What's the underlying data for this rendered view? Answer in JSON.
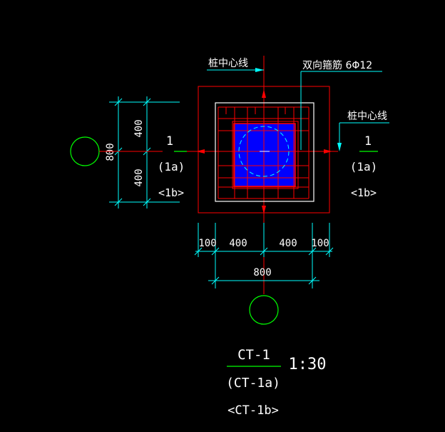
{
  "colors": {
    "background": "#000000",
    "dimension": "#00ffff",
    "outline": "#ffffff",
    "rebar": "#ff0000",
    "pile_fill": "#0000ff",
    "pile_circle": "#00ffff",
    "axis_bubble": "#00ff00",
    "leader": "#00ffff",
    "center_line": "#ff0000",
    "underline": "#00ff00"
  },
  "labels": {
    "pile_center_top": "桩中心线",
    "pile_center_right": "桩中心线",
    "rebar_note": "双向箍筋 6Φ12"
  },
  "section_left": {
    "number": "1",
    "sub_a": "(1a)",
    "sub_b": "<1b>"
  },
  "section_right": {
    "number": "1",
    "sub_a": "(1a)",
    "sub_b": "<1b>"
  },
  "dims_vertical": {
    "upper": "400",
    "lower": "400",
    "total": "800"
  },
  "dims_horizontal": {
    "left_edge": "100",
    "left": "400",
    "right": "400",
    "right_edge": "100",
    "total": "800"
  },
  "title_block": {
    "name": "CT-1",
    "sub_a": "(CT-1a)",
    "sub_b": "<CT-1b>",
    "scale": "1:30"
  }
}
